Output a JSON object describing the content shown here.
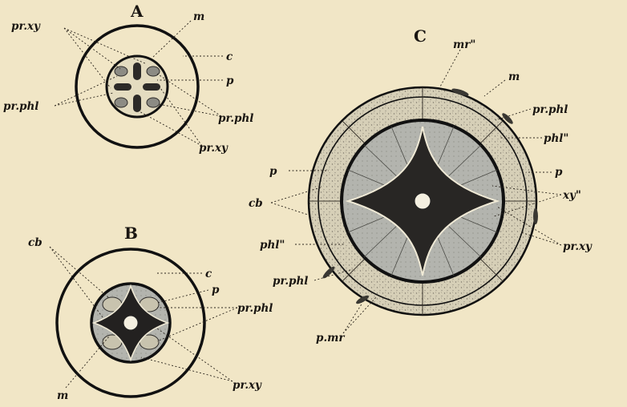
{
  "panels": {
    "A": {
      "title": "A",
      "labels": {
        "prxy_top": "pr.xy",
        "m": "m",
        "c": "c",
        "p": "p",
        "prphl_left": "pr.phl",
        "prphl_right": "pr.phl",
        "prxy_bottom": "pr.xy"
      }
    },
    "B": {
      "title": "B",
      "labels": {
        "cb": "cb",
        "c": "c",
        "p": "p",
        "prphl": "pr.phl",
        "prxy": "pr.xy",
        "m": "m"
      }
    },
    "C": {
      "title": "C",
      "labels": {
        "mr2": "mr\"",
        "m": "m",
        "prphl_right": "pr.phl",
        "phl2_right": "phl\"",
        "p_right": "p",
        "xy2": "xy\"",
        "prxy": "pr.xy",
        "p_left": "p",
        "cb": "cb",
        "phl2_left": "phl\"",
        "prphl_left": "pr.phl",
        "pmr": "p.mr"
      }
    }
  },
  "colors": {
    "background": "#f1e6c6",
    "ink": "#1a1612",
    "xylem_dark": "#2c2a28",
    "stele_gray": "#aeb0aa",
    "cortex_stipple": "#c9c2ab"
  }
}
